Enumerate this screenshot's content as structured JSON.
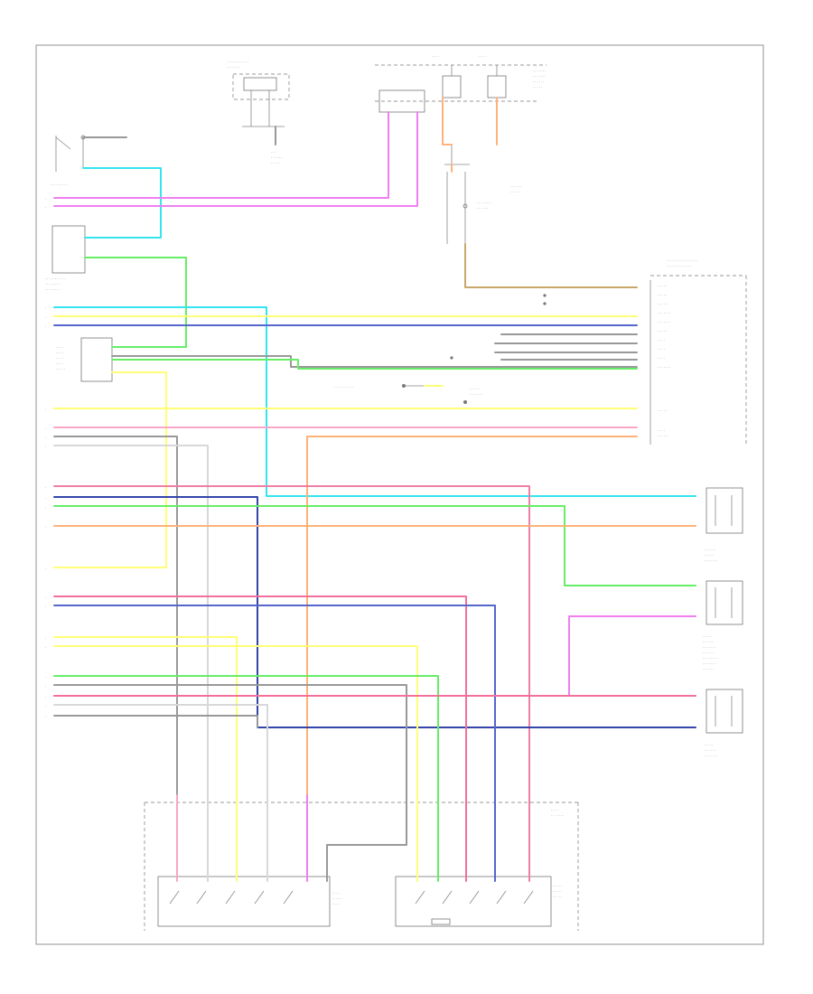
{
  "diagram": {
    "footer_code": "",
    "colors": {
      "cyan": "#33e5ee",
      "magenta": "#f07ef0",
      "pink": "#f9a6c6",
      "yellow": "#ffff77",
      "green": "#66ee66",
      "blue": "#5566cc",
      "dark_blue": "#3344aa",
      "orange": "#ffb27a",
      "red_pink": "#f2709a",
      "gray": "#999999",
      "light_gray": "#d8d8d8",
      "brown": "#c9a76a"
    },
    "components": [
      {
        "id": "fuse-block",
        "name": "fuse-block"
      },
      {
        "id": "ignition-switch",
        "name": "ignition-switch"
      },
      {
        "id": "underhood-fuse-block",
        "name": "underhood-fuse-block"
      },
      {
        "id": "body-control-module",
        "name": "body-control-module"
      },
      {
        "id": "pcm",
        "name": "powertrain-control-module"
      },
      {
        "id": "fuse-holder-c1",
        "name": "fuse-holder"
      },
      {
        "id": "input-speed-sensor",
        "name": "input-speed-sensor"
      },
      {
        "id": "turbine-speed-sensor",
        "name": "turbine-speed-sensor"
      },
      {
        "id": "output-speed-sensor",
        "name": "output-speed-sensor"
      },
      {
        "id": "transmission",
        "name": "automatic-transmission"
      },
      {
        "id": "internal-mode-switch",
        "name": "internal-mode-switch"
      },
      {
        "id": "pressure-switch",
        "name": "pressure-switch-assembly"
      }
    ]
  }
}
